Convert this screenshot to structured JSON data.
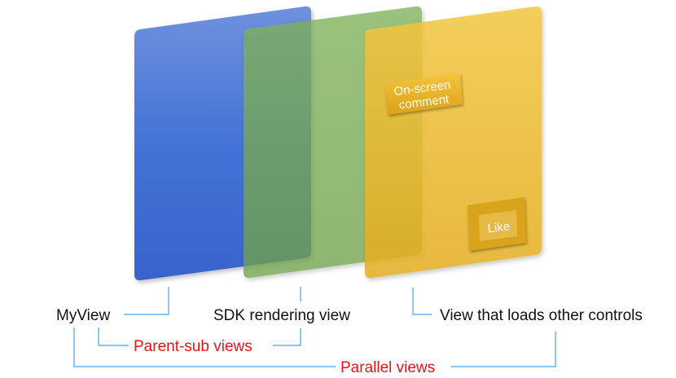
{
  "overlays": {
    "comment_line1": "On-screen",
    "comment_line2": "comment",
    "like": "Like"
  },
  "labels": {
    "myview": "MyView",
    "sdk_view": "SDK rendering view",
    "other_controls": "View that loads other controls",
    "parent_sub": "Parent-sub views",
    "parallel": "Parallel views"
  },
  "colors": {
    "blue_panel": "#3f6fd6",
    "green_panel": "#6ea64f",
    "yellow_panel": "#eab525",
    "connector_line": "#4aa6d8",
    "red_label": "#e8141b"
  }
}
